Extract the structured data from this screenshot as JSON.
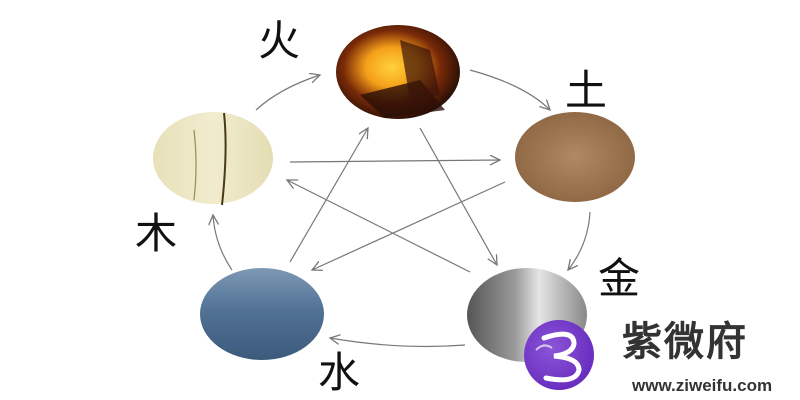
{
  "diagram": {
    "title": "Five Elements (Wu Xing) generating and overcoming cycle",
    "elements": [
      {
        "id": "fire",
        "label": "火",
        "image": "fire"
      },
      {
        "id": "earth",
        "label": "土",
        "image": "soil"
      },
      {
        "id": "metal",
        "label": "金",
        "image": "metal"
      },
      {
        "id": "water",
        "label": "水",
        "image": "water"
      },
      {
        "id": "wood",
        "label": "木",
        "image": "wood"
      }
    ],
    "generating_cycle": [
      {
        "from": "wood",
        "to": "fire"
      },
      {
        "from": "fire",
        "to": "earth"
      },
      {
        "from": "earth",
        "to": "metal"
      },
      {
        "from": "metal",
        "to": "water"
      },
      {
        "from": "water",
        "to": "wood"
      }
    ],
    "overcoming_cycle": [
      {
        "from": "wood",
        "to": "earth"
      },
      {
        "from": "earth",
        "to": "water"
      },
      {
        "from": "water",
        "to": "fire"
      },
      {
        "from": "fire",
        "to": "metal"
      },
      {
        "from": "metal",
        "to": "wood"
      }
    ]
  },
  "watermark": {
    "brand": "紫微府",
    "url": "www.ziweifu.com",
    "color": "#6a2fc0"
  }
}
